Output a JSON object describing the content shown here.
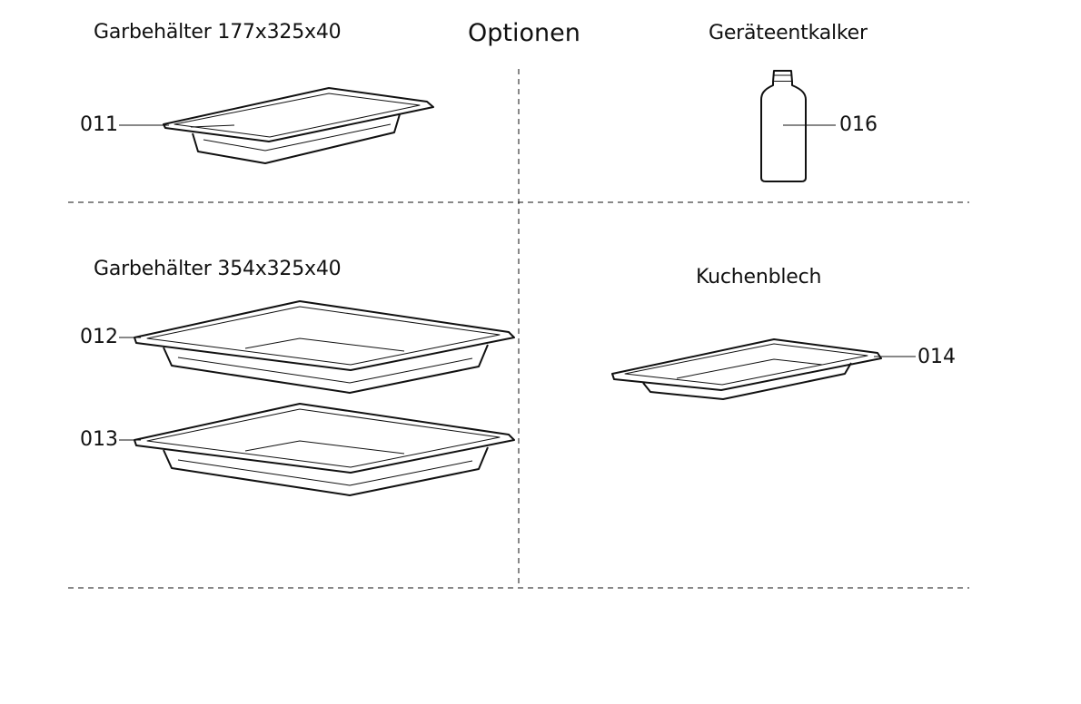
{
  "page": {
    "title": "Optionen"
  },
  "sections": {
    "pan_small": {
      "label": "Garbehälter 177x325x40",
      "part_numbers": [
        "011"
      ]
    },
    "descaler": {
      "label": "Geräteentkalker",
      "part_numbers": [
        "016"
      ]
    },
    "pan_large": {
      "label": "Garbehälter 354x325x40",
      "part_numbers": [
        "012",
        "013"
      ]
    },
    "baking_sheet": {
      "label": "Kuchenblech",
      "part_numbers": [
        "014"
      ]
    }
  },
  "colors": {
    "line": "#111111",
    "background": "#ffffff"
  }
}
